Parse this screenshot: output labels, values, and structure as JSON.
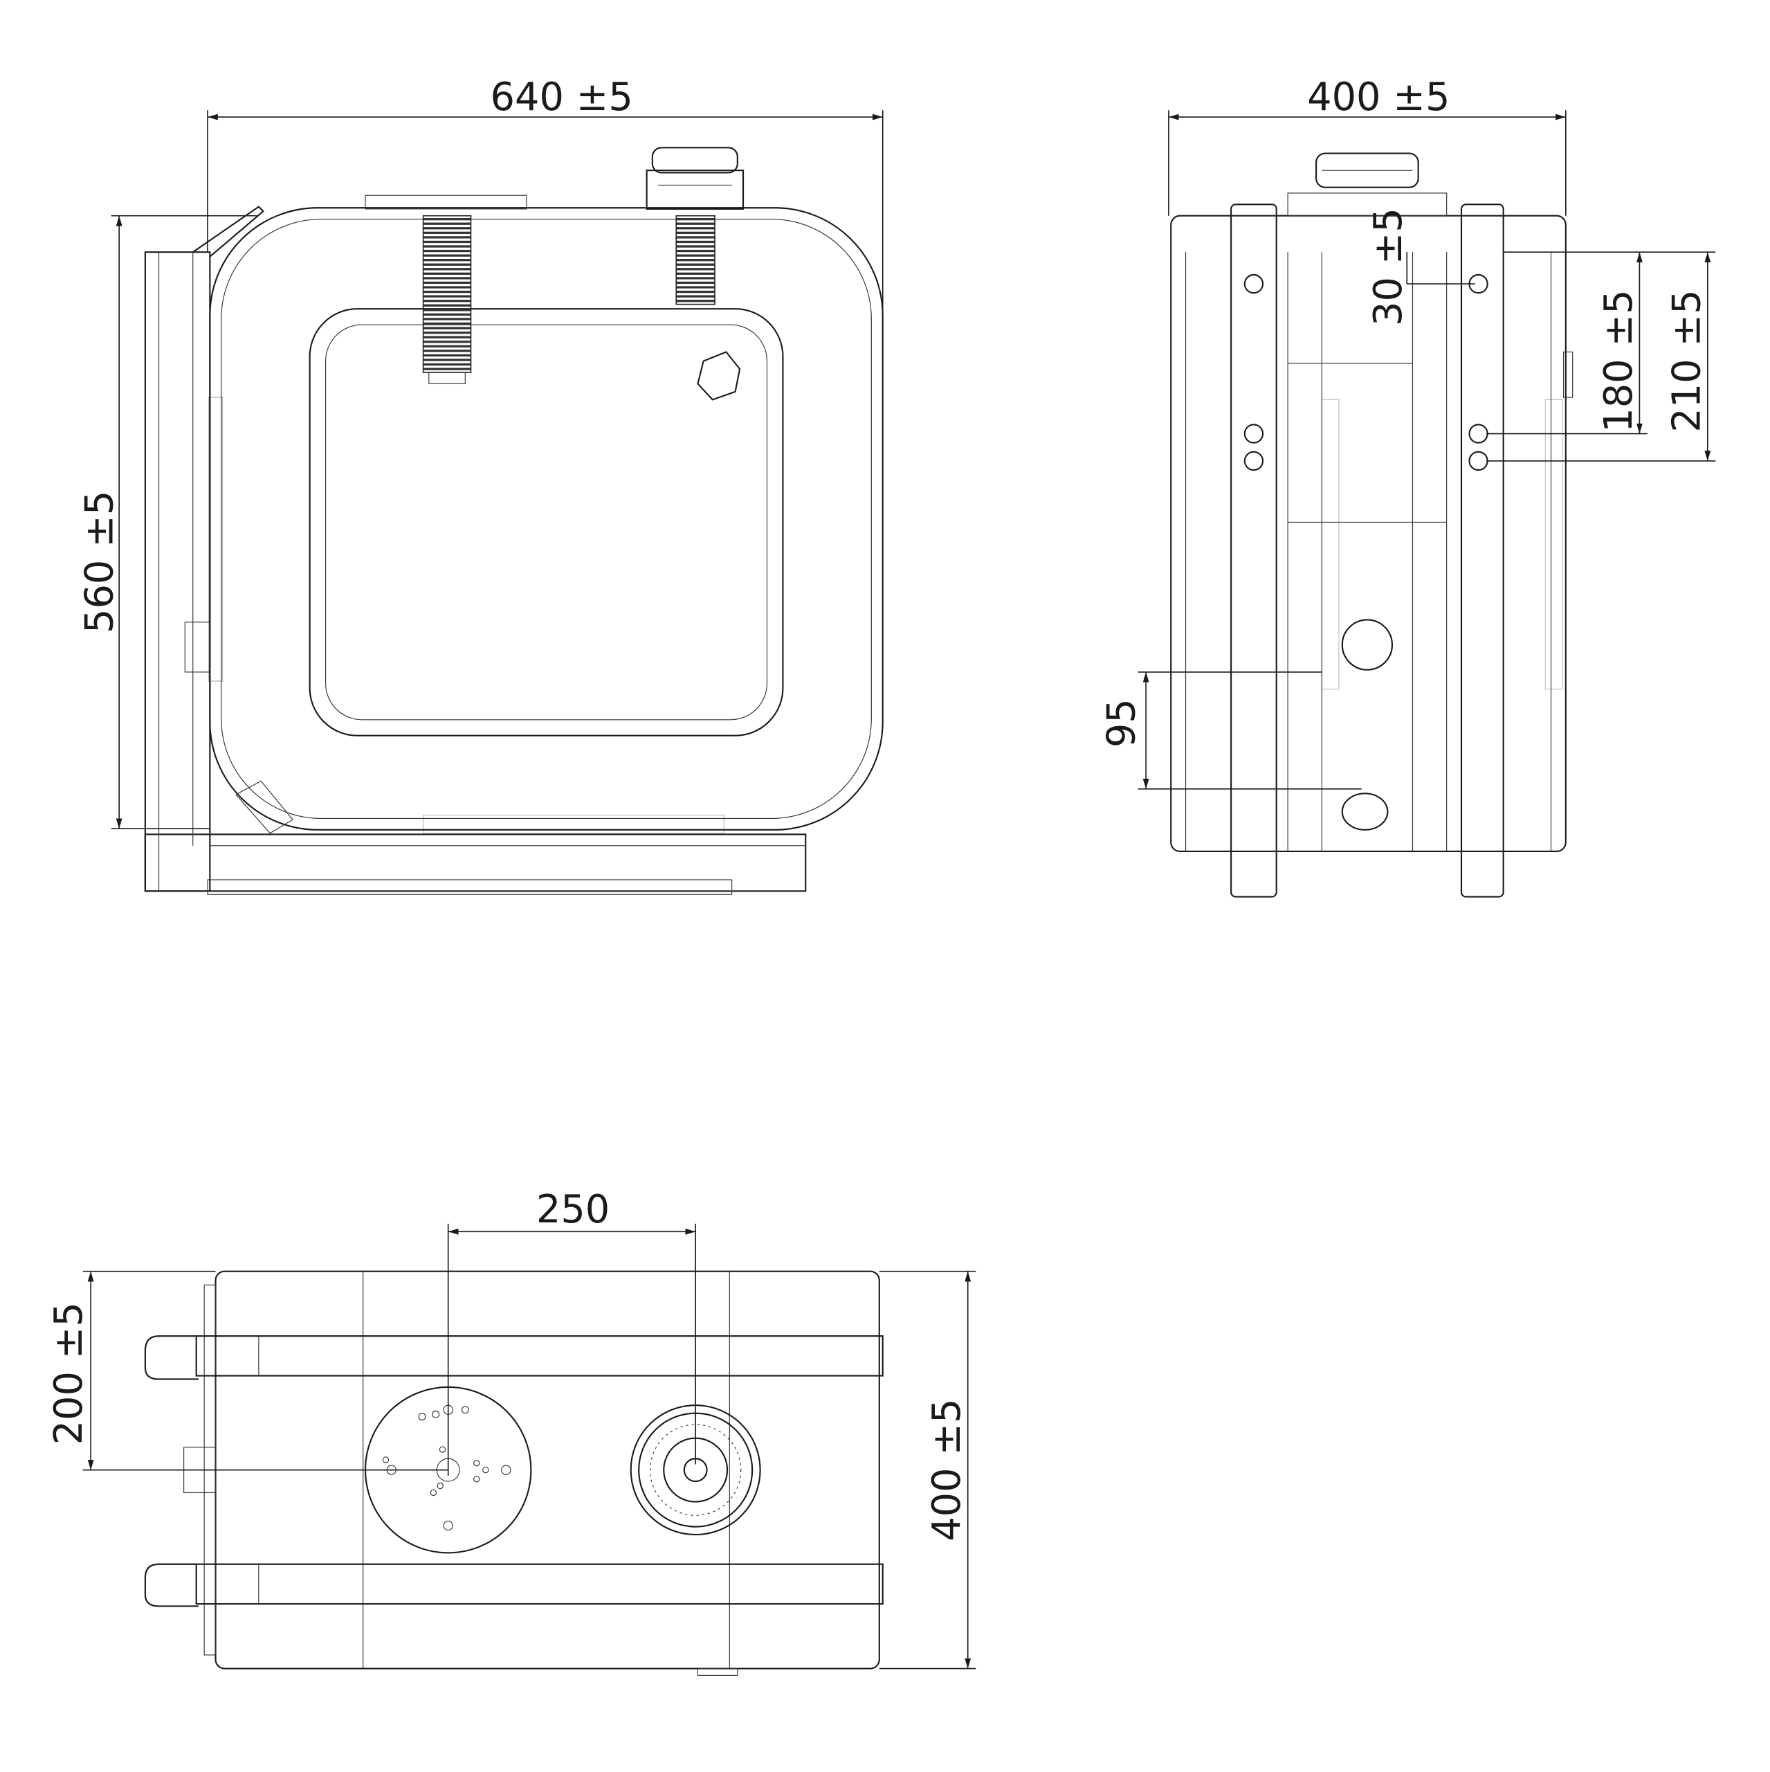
{
  "views": {
    "front": {
      "width_dim": "640 ±5",
      "height_dim": "560 ±5"
    },
    "side": {
      "width_dim": "400 ±5",
      "strap_offset_dim": "30 ±5",
      "hole_dim_1": "180 ±5",
      "hole_dim_2": "210 ±5",
      "outlet_height_dim": "95"
    },
    "top": {
      "port_spacing_dim": "250",
      "center_dim": "200 ±5",
      "depth_dim": "400 ±5"
    }
  },
  "colors": {
    "line": "#1a1a1a",
    "background": "#ffffff"
  }
}
